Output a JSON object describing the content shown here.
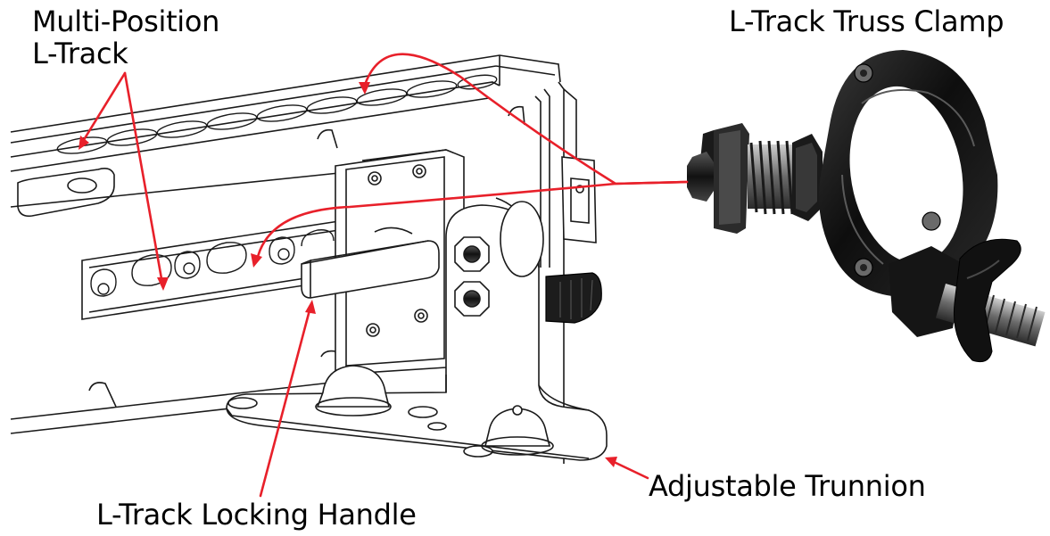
{
  "labels": {
    "multi_position_line1": "Multi-Position",
    "multi_position_line2": "L-Track",
    "truss_clamp": "L-Track Truss Clamp",
    "trunnion": "Adjustable Trunnion",
    "locking_handle": "L-Track Locking Handle"
  },
  "colors": {
    "callout": "#e8202a",
    "outline": "#1a1a1a",
    "clamp_body": "#141414",
    "metal_highlight": "#d8d8d8"
  }
}
